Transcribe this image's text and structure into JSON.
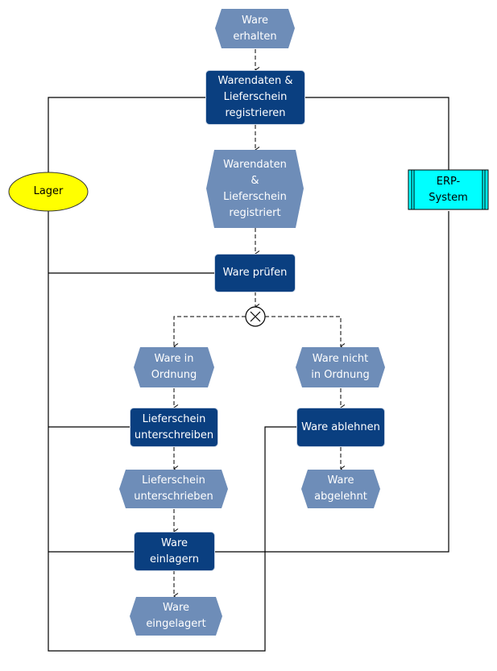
{
  "diagram": {
    "type": "EPK (event-driven process chain)",
    "colors": {
      "function": "#0a3f80",
      "event": "#6e8db8",
      "organization": "#ffff00",
      "system": "#00ffff",
      "line": "#000000"
    },
    "events": {
      "ware_erhalten": "Ware\nerhalten",
      "daten_registriert": "Warendaten\n&\nLieferschein\nregistriert",
      "ware_in_ordnung": "Ware in\nOrdnung",
      "ware_nicht_in_ordnung": "Ware nicht\nin Ordnung",
      "lieferschein_unterschrieben": "Lieferschein\nunterschrieben",
      "ware_abgelehnt": "Ware\nabgelehnt",
      "ware_eingelagert": "Ware\neingelagert"
    },
    "functions": {
      "registrieren": "Warendaten &\nLieferschein\nregistrieren",
      "pruefen": "Ware prüfen",
      "unterschreiben": "Lieferschein\nunterschreiben",
      "ablehnen": "Ware ablehnen",
      "einlagern": "Ware\neinlagern"
    },
    "connector": {
      "type": "XOR",
      "symbol": "×"
    },
    "organization": {
      "label": "Lager"
    },
    "system": {
      "label": "ERP-\nSystem"
    }
  }
}
